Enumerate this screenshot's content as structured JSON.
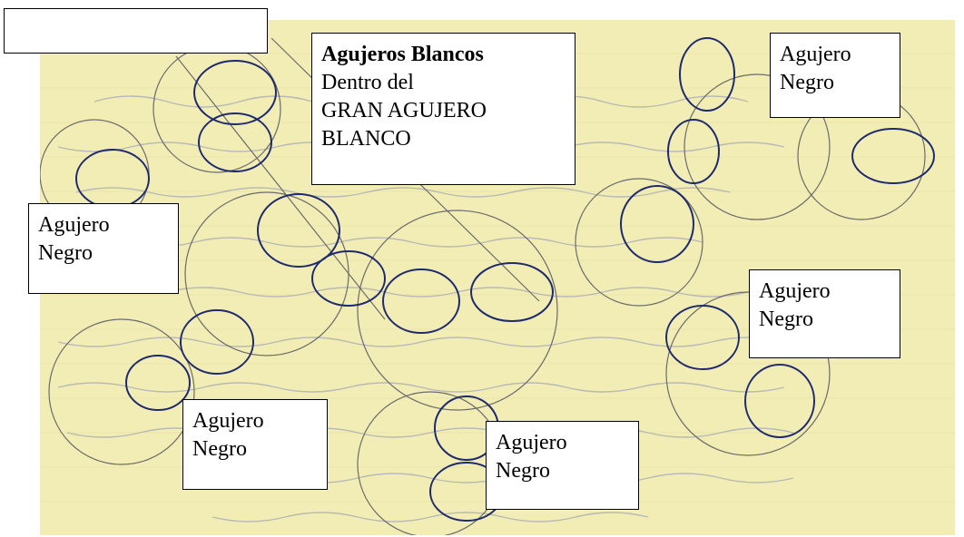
{
  "top_left_box": {
    "text": ""
  },
  "white_holes_box": {
    "title": "Agujeros Blancos",
    "lines": [
      "Dentro del",
      "GRAN AGUJERO",
      "BLANCO"
    ]
  },
  "black_hole_boxes": [
    {
      "lines": [
        "Agujero",
        "Negro"
      ]
    },
    {
      "lines": [
        "Agujero",
        "Negro"
      ]
    },
    {
      "lines": [
        "Agujero",
        "Negro"
      ]
    },
    {
      "lines": [
        "Agujero",
        "Negro"
      ]
    },
    {
      "lines": [
        "Agujero",
        "Negro"
      ]
    }
  ],
  "colors": {
    "paper": "#f2edb4",
    "ink": "#1e2a6e",
    "pencil": "#6b6b6b"
  }
}
